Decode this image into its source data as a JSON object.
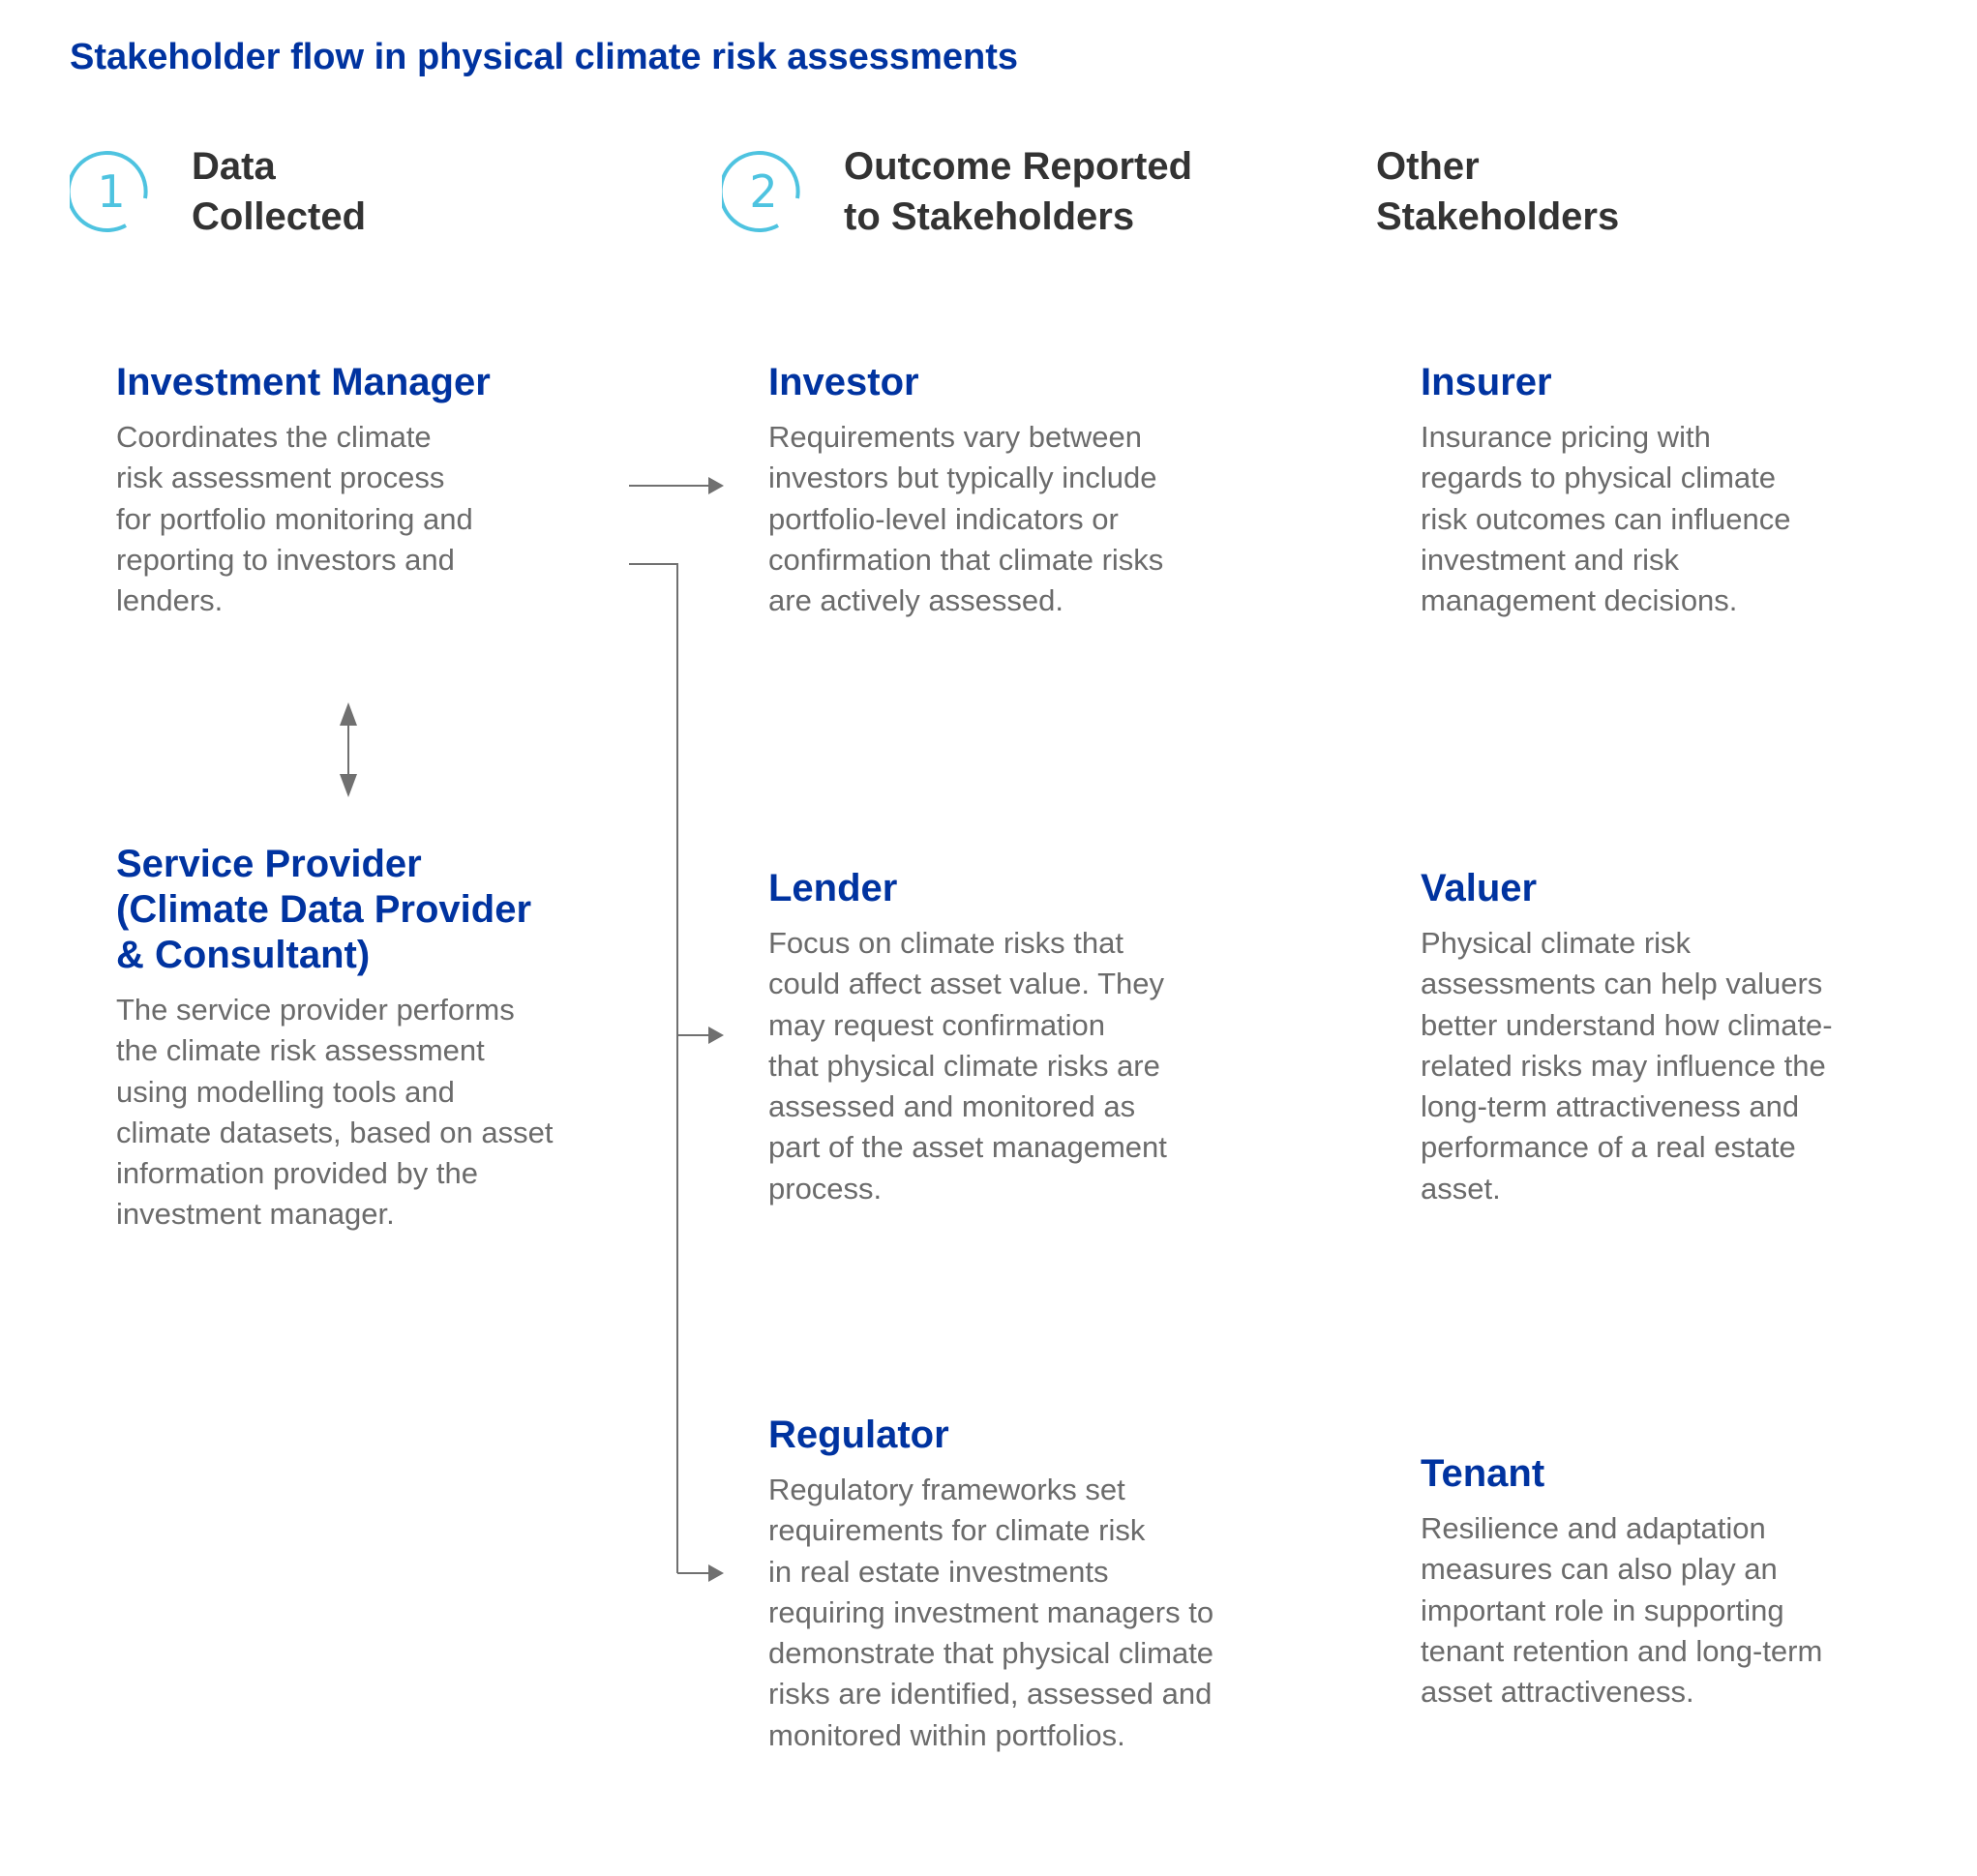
{
  "title": "Stakeholder flow in physical climate risk assessments",
  "colors": {
    "title_blue": "#0033a0",
    "header_gray": "#333333",
    "body_gray": "#6b6b6b",
    "circle_cyan": "#4ec3e0",
    "connector_gray": "#707070"
  },
  "columns": [
    {
      "number": "1",
      "lines": [
        "Data",
        "Collected"
      ],
      "icon": "circle-number-icon"
    },
    {
      "number": "2",
      "lines": [
        "Outcome Reported",
        "to Stakeholders"
      ],
      "icon": "circle-number-icon"
    },
    {
      "lines": [
        "Other",
        "Stakeholders"
      ]
    }
  ],
  "cards": {
    "investment_manager": {
      "title": [
        "Investment Manager"
      ],
      "desc": [
        "Coordinates the climate",
        "risk assessment process",
        "for portfolio monitoring and",
        "reporting to investors and",
        "lenders."
      ]
    },
    "service_provider": {
      "title": [
        "Service Provider",
        "(Climate Data Provider",
        "& Consultant)"
      ],
      "desc": [
        "The service provider performs",
        "the climate risk assessment",
        "using modelling tools and",
        "climate datasets, based on asset",
        "information provided by the",
        "investment manager."
      ]
    },
    "investor": {
      "title": [
        "Investor"
      ],
      "desc": [
        "Requirements vary between",
        "investors but typically include",
        "portfolio-level indicators or",
        "confirmation that climate risks",
        "are actively assessed."
      ]
    },
    "lender": {
      "title": [
        "Lender"
      ],
      "desc": [
        "Focus on climate risks that",
        "could affect asset value. They",
        "may request confirmation",
        "that physical climate risks are",
        "assessed and monitored as",
        "part of the asset management",
        "process."
      ]
    },
    "regulator": {
      "title": [
        "Regulator"
      ],
      "desc": [
        "Regulatory frameworks set",
        "requirements for climate risk",
        "in real estate investments",
        "requiring investment managers to",
        "demonstrate that physical climate",
        "risks are identified, assessed and",
        "monitored within portfolios."
      ]
    },
    "insurer": {
      "title": [
        "Insurer"
      ],
      "desc": [
        "Insurance pricing with",
        "regards to physical climate",
        "risk outcomes  can influence",
        "investment and risk",
        "management decisions."
      ]
    },
    "valuer": {
      "title": [
        "Valuer"
      ],
      "desc": [
        "Physical climate risk",
        "assessments can help valuers",
        "better understand how climate-",
        "related risks may influence the",
        "long-term attractiveness and",
        "performance of a real estate",
        "asset."
      ]
    },
    "tenant": {
      "title": [
        "Tenant"
      ],
      "desc": [
        "Resilience and adaptation",
        "measures can also play an",
        "important role in supporting",
        "tenant retention and long-term",
        "asset attractiveness."
      ]
    }
  },
  "connectors": {
    "manager_to_investor": "arrow-right-icon",
    "manager_to_lender_regulator": "bracket-arrow-icon",
    "manager_provider_bidirectional": "double-arrow-icon"
  }
}
